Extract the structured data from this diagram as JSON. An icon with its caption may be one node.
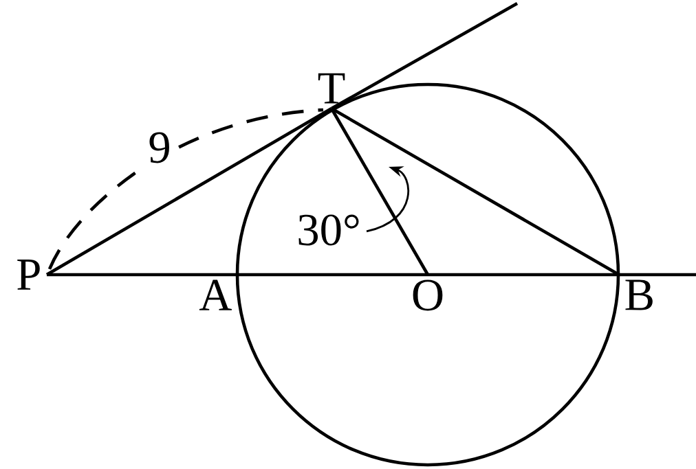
{
  "diagram": {
    "nodes": [
      {
        "text": [
          "P"
        ]
      },
      {
        "text": [
          "T"
        ]
      },
      {
        "text": [
          "A"
        ]
      },
      {
        "text": [
          "O"
        ]
      },
      {
        "text": [
          "B"
        ]
      }
    ],
    "edges": [
      {
        "from": 0,
        "to": 1,
        "arrow": "none"
      },
      {
        "from": 0,
        "to": 4,
        "arrow": "none"
      },
      {
        "from": 1,
        "to": 3,
        "arrow": "none"
      },
      {
        "from": 1,
        "to": 4,
        "arrow": "none"
      }
    ],
    "labels": [
      "9",
      "30°"
    ]
  }
}
